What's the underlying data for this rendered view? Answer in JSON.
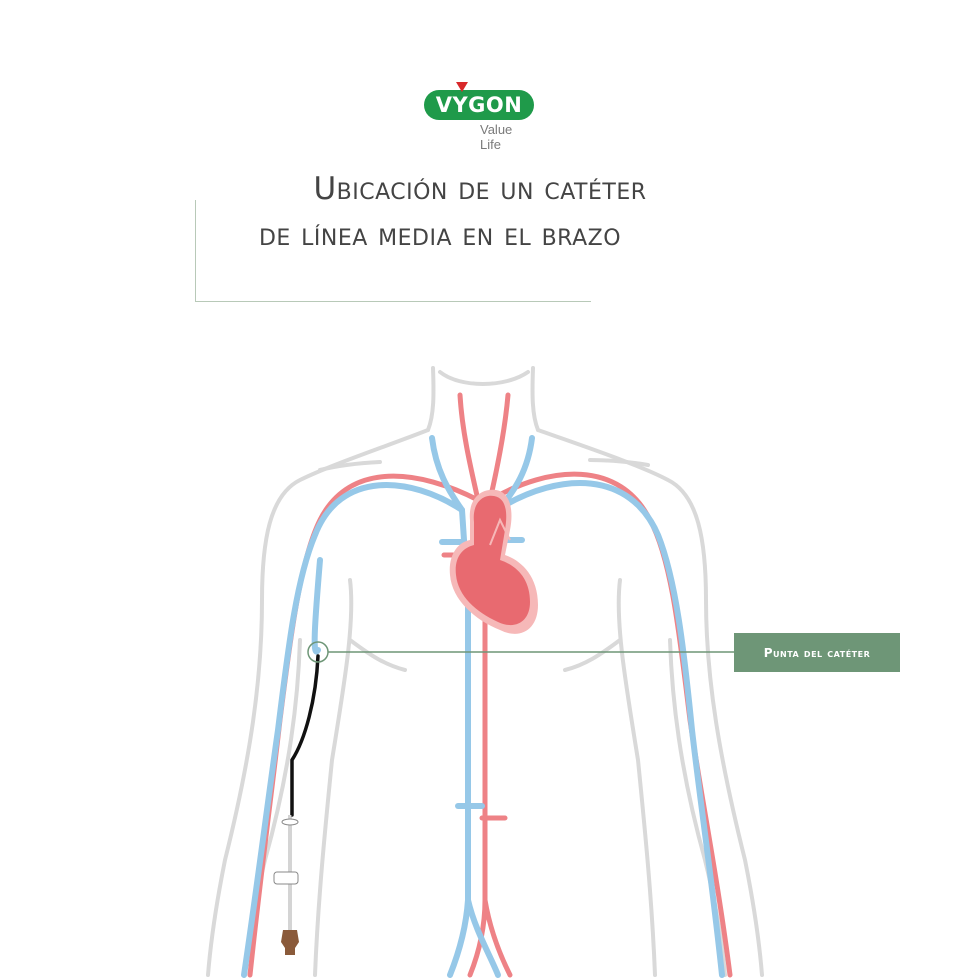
{
  "brand": {
    "name": "VYGON",
    "tagline": "Value Life",
    "colors": {
      "pill": "#1f9a4a",
      "accent_triangle": "#d8282a"
    }
  },
  "title": {
    "line1": "Ubicación de un catéter",
    "line2": "de línea media en el brazo"
  },
  "diagram": {
    "subject": "Torso with arterial and venous system showing midline catheter in the arm",
    "callout_label": "Punta del catéter",
    "colors": {
      "artery": "#ee8286",
      "vein": "#96c8e8",
      "body_outline": "#d8d8d8",
      "heart": "#e86a70",
      "heart_light": "#f6b8b8",
      "catheter": "#111111",
      "hub": "#8a5a3a",
      "callout_bg": "#6e9677",
      "callout_line": "#6e9677"
    }
  }
}
